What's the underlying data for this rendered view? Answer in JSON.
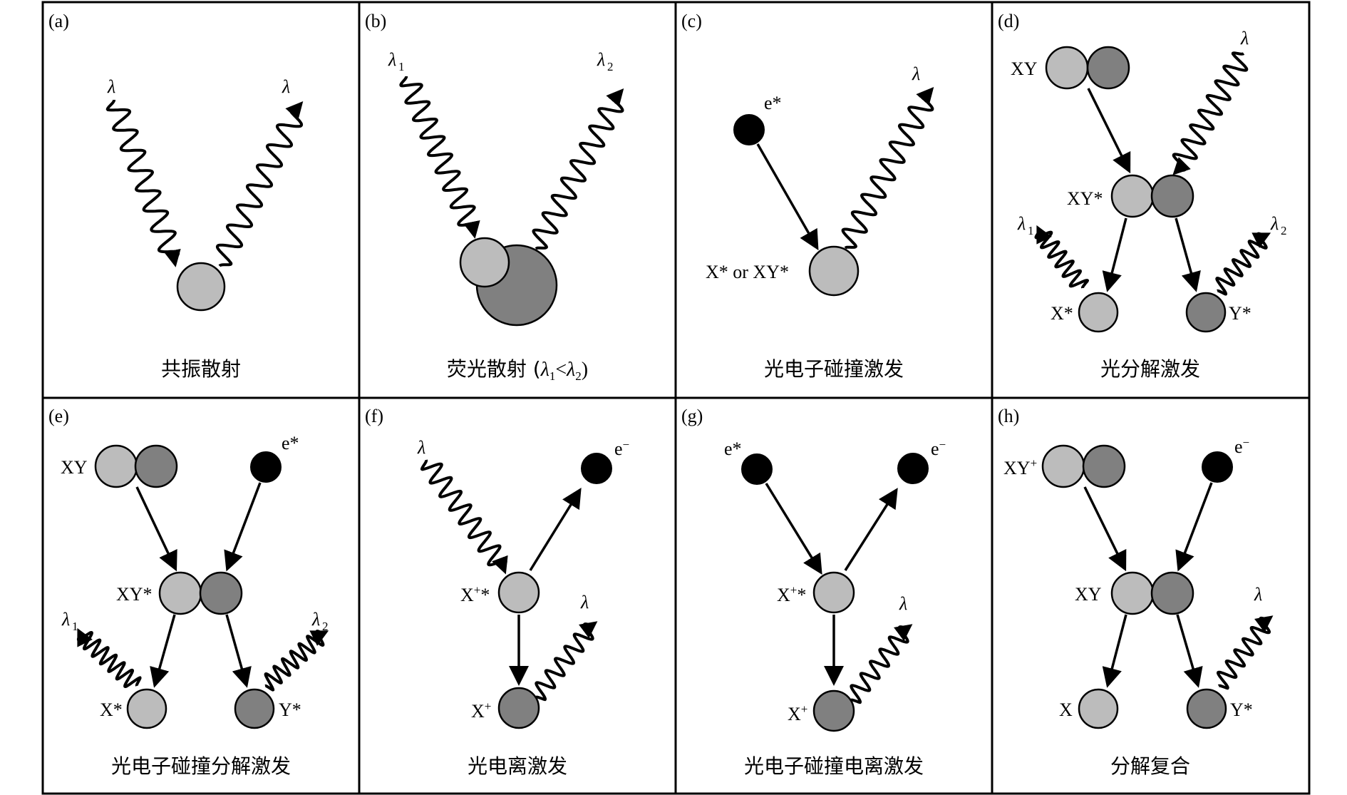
{
  "panels": [
    {
      "id": "(a)",
      "caption": "共振散射",
      "labels": {
        "lambda_in": "λ",
        "lambda_out": "λ"
      }
    },
    {
      "id": "(b)",
      "caption_text": "荧光散射 (",
      "caption_l1": "λ",
      "caption_s1": "1",
      "caption_lt": "<",
      "caption_l2": "λ",
      "caption_s2": "2",
      "caption_end": ")",
      "labels": {
        "lambda1": "λ",
        "sub1": "1",
        "lambda2": "λ",
        "sub2": "2"
      }
    },
    {
      "id": "(c)",
      "caption": "光电子碰撞激发",
      "labels": {
        "electron": "e*",
        "target": "X* or XY*",
        "lambda": "λ"
      }
    },
    {
      "id": "(d)",
      "caption": "光分解激发",
      "labels": {
        "xy": "XY",
        "xy_star": "XY*",
        "x_star": "X*",
        "y_star": "Y*",
        "lambda": "λ",
        "lambda1": "λ",
        "sub1": "1",
        "lambda2": "λ",
        "sub2": "2"
      }
    },
    {
      "id": "(e)",
      "caption": "光电子碰撞分解激发",
      "labels": {
        "xy": "XY",
        "electron": "e*",
        "xy_star": "XY*",
        "x_star": "X*",
        "y_star": "Y*",
        "lambda1": "λ",
        "sub1": "1",
        "lambda2": "λ",
        "sub2": "2"
      }
    },
    {
      "id": "(f)",
      "caption": "光电离激发",
      "labels": {
        "lambda_in": "λ",
        "electron": "e",
        "electron_sup": "−",
        "xplus_star_x": "X",
        "xplus_star_sup": "+",
        "xplus_star_tail": "*",
        "xplus": "X",
        "xplus_sup": "+",
        "lambda_out": "λ"
      }
    },
    {
      "id": "(g)",
      "caption": "光电子碰撞电离激发",
      "labels": {
        "e_in": "e*",
        "electron": "e",
        "electron_sup": "−",
        "xplus_star_x": "X",
        "xplus_star_sup": "+",
        "xplus_star_tail": "*",
        "xplus": "X",
        "xplus_sup": "+",
        "lambda_out": "λ"
      }
    },
    {
      "id": "(h)",
      "caption": "分解复合",
      "labels": {
        "xyplus": "XY",
        "xyplus_sup": "+",
        "electron": "e",
        "electron_sup": "−",
        "xy": "XY",
        "x": "X",
        "y_star": "Y*",
        "lambda": "λ"
      }
    }
  ],
  "colors": {
    "light_particle": "#bcbcbc",
    "dark_particle": "#808080",
    "electron": "#000000",
    "border": "#000000"
  }
}
